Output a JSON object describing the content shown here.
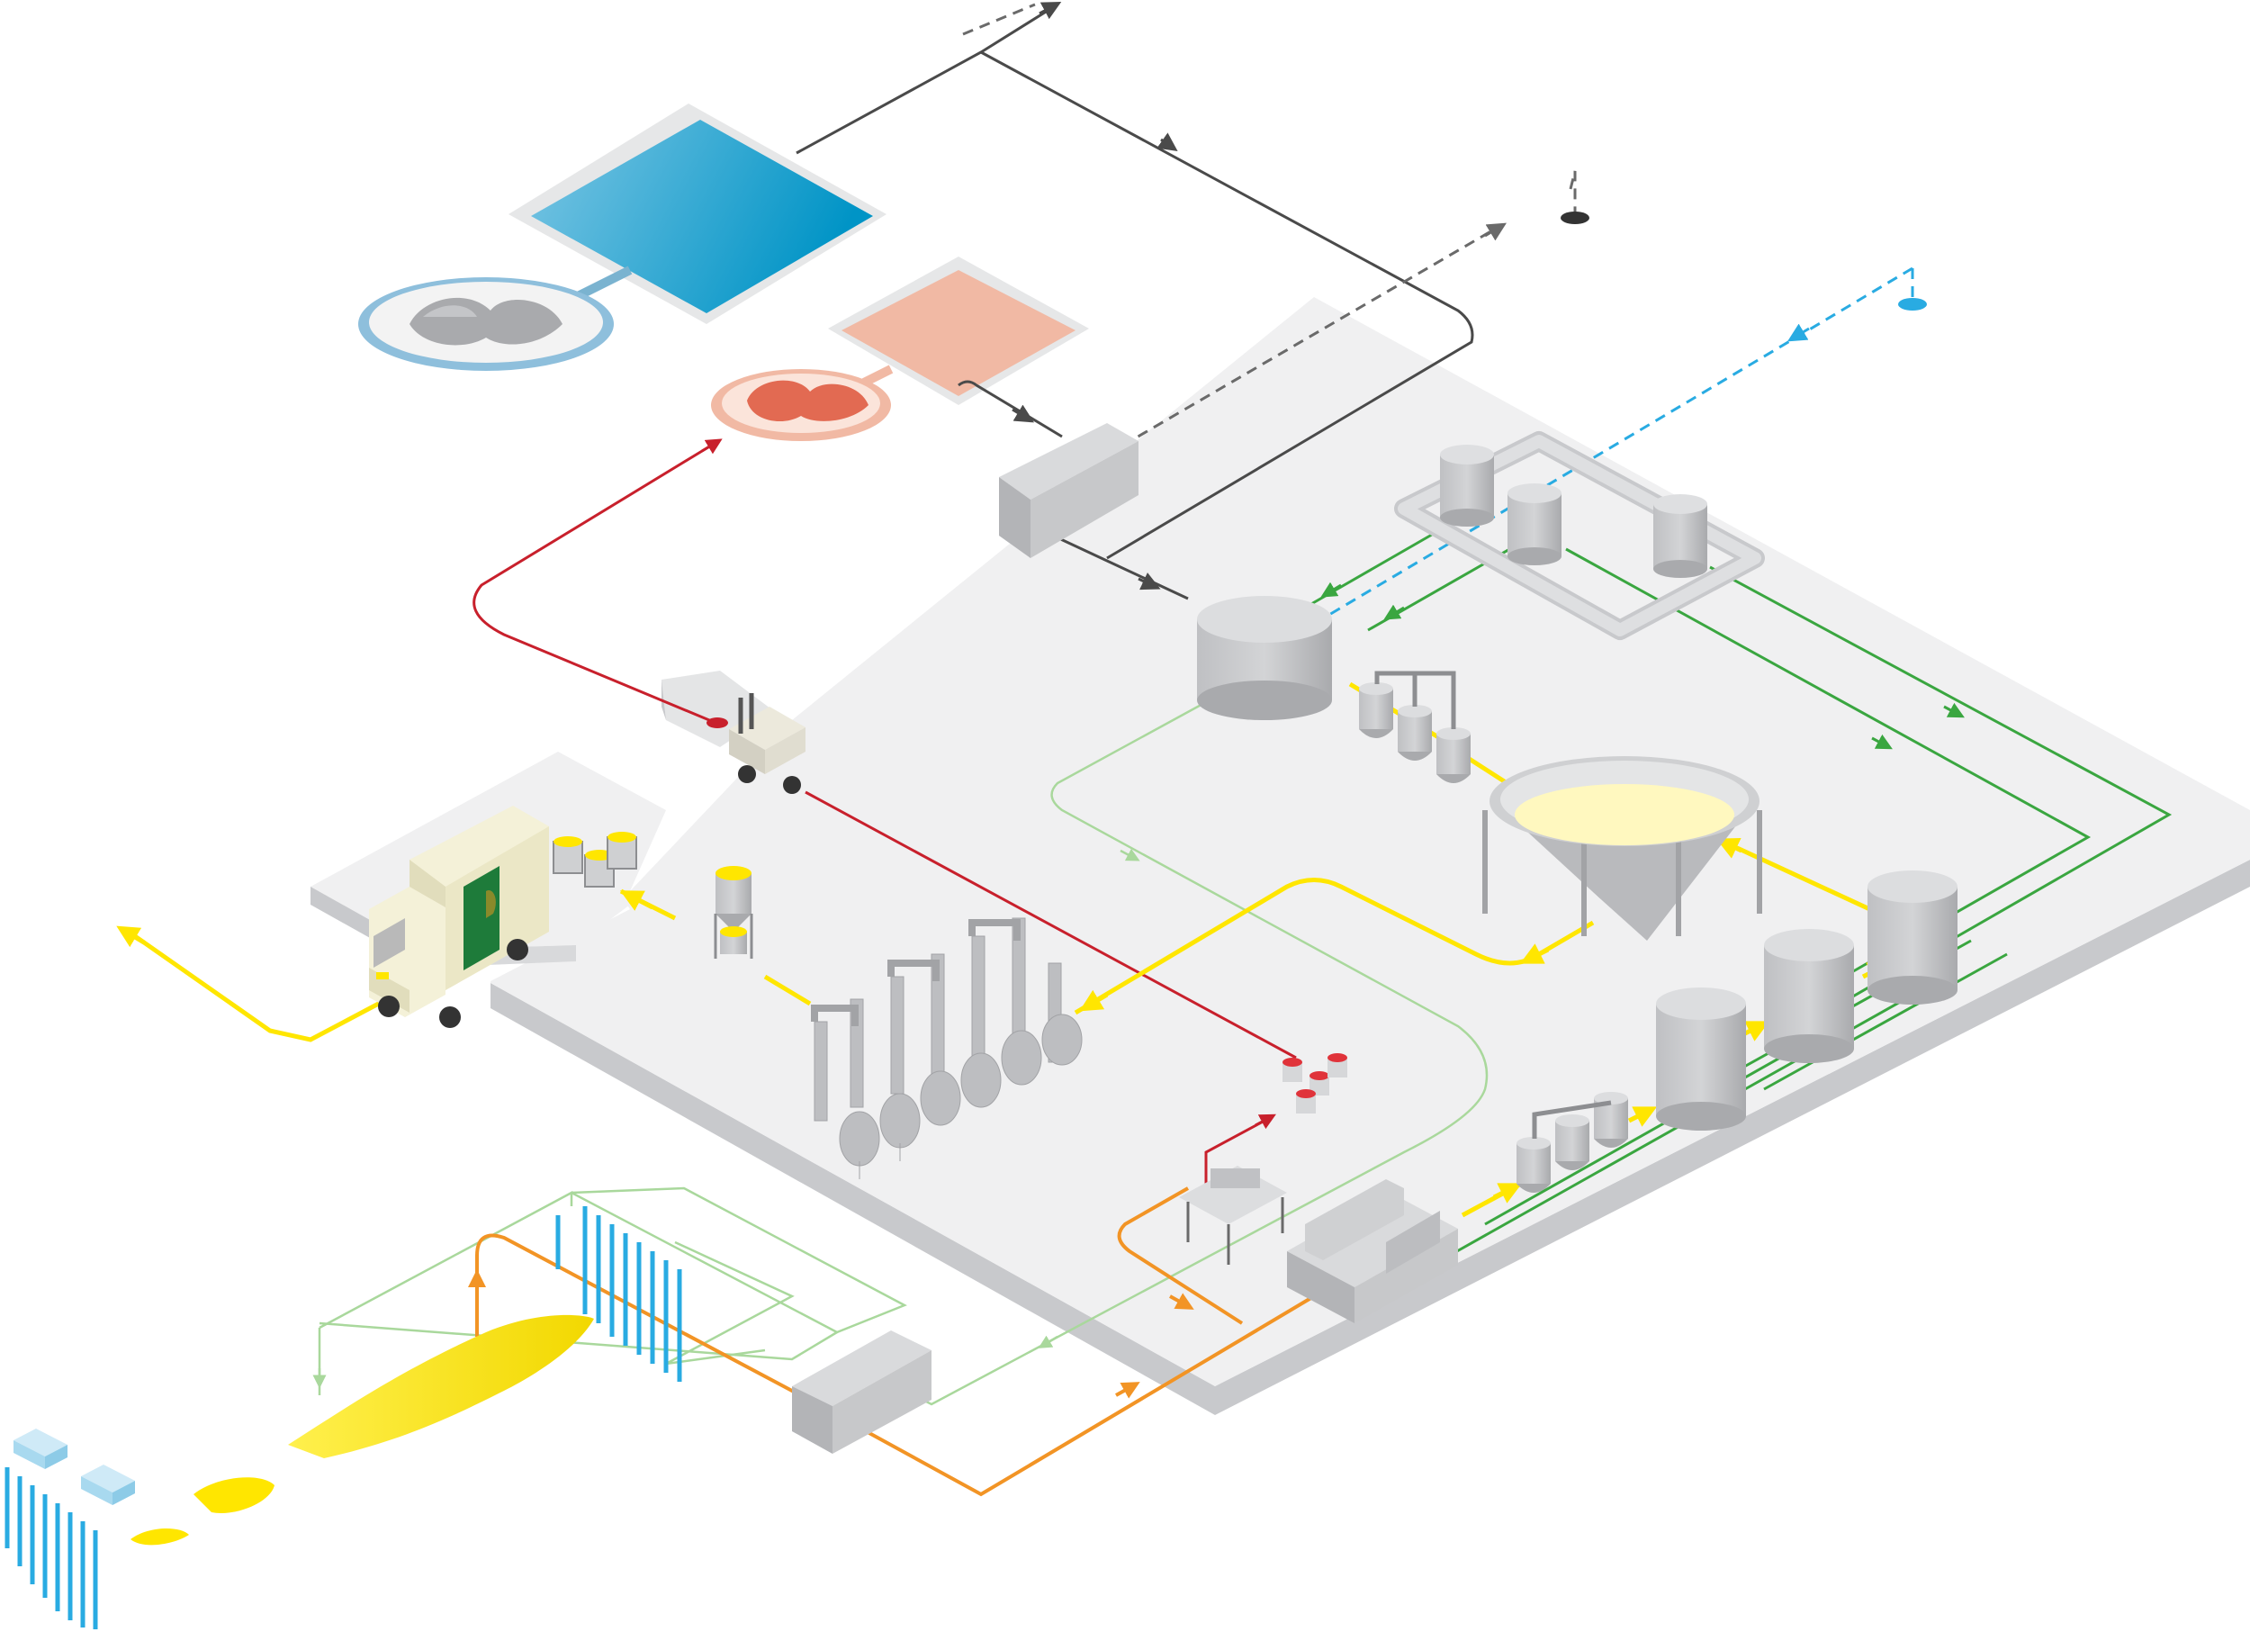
{
  "diagram": {
    "type": "isometric-process-flow",
    "text_labels": []
  },
  "colors": {
    "background": "#ffffff",
    "platform_top": "#f0f0f1",
    "platform_side": "#c8c9cc",
    "equipment_light": "#d6d7d9",
    "equipment_mid": "#b9babd",
    "equipment_dark": "#9b9c9f",
    "water_blue": "#0098c9",
    "water_blue_light": "#6fc3e2",
    "sludge_pink": "#f1b9a4",
    "sludge_red": "#e26a52",
    "flow_black": "#4a4a4a",
    "flow_red": "#c8202c",
    "flow_green_dark": "#3aa640",
    "flow_green_light": "#a9d89c",
    "flow_yellow": "#ffe600",
    "flow_orange": "#f29425",
    "flow_cyan": "#29abe2",
    "truck_green": "#1e7b3a",
    "truck_olive": "#8a8a2a"
  },
  "icons": [
    "water-pool-icon",
    "sludge-basin-icon",
    "settling-tank-icon",
    "treatment-unit-icon",
    "storage-silo-icon",
    "conical-tank-icon",
    "evaporator-column-icon",
    "centrifuge-icon",
    "forklift-icon",
    "delivery-truck-icon",
    "raw-material-lake-icon",
    "blue-fence-icon"
  ],
  "flows": [
    {
      "name": "exhaust-line",
      "color_key": "flow_black",
      "style": "solid"
    },
    {
      "name": "vent-line",
      "color_key": "flow_black",
      "style": "dashed"
    },
    {
      "name": "water-intake-line",
      "color_key": "flow_cyan",
      "style": "dashed"
    },
    {
      "name": "sludge-return-line",
      "color_key": "flow_red",
      "style": "solid"
    },
    {
      "name": "process-green-lines",
      "color_key": "flow_green_dark",
      "style": "solid"
    },
    {
      "name": "return-green-line",
      "color_key": "flow_green_light",
      "style": "solid"
    },
    {
      "name": "product-line",
      "color_key": "flow_yellow",
      "style": "solid"
    },
    {
      "name": "raw-feed-line",
      "color_key": "flow_orange",
      "style": "solid"
    }
  ]
}
